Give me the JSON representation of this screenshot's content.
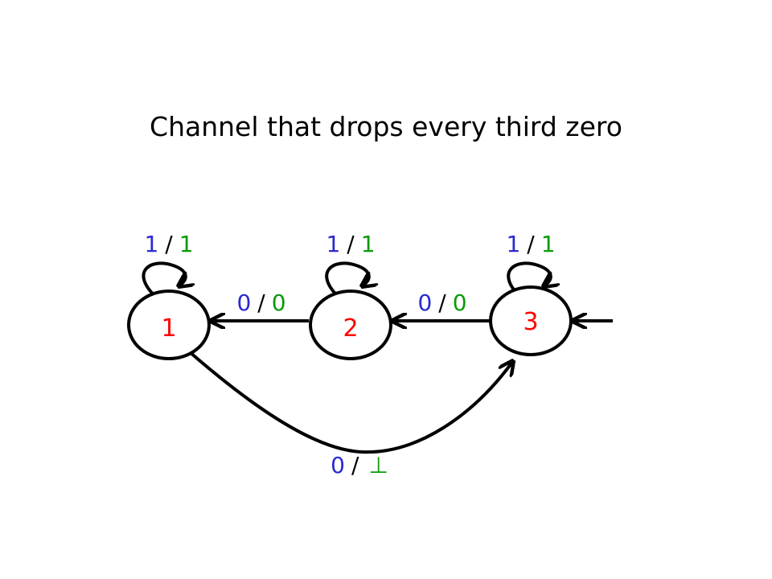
{
  "title": "Channel that drops every third zero",
  "colors": {
    "input": "#2a2ad0",
    "output": "#0a9a0a",
    "state": "#ff0000",
    "separator": "#000000"
  },
  "states": [
    {
      "id": "s1",
      "name": "1"
    },
    {
      "id": "s2",
      "name": "2"
    },
    {
      "id": "s3",
      "name": "3",
      "initial": true
    }
  ],
  "edges": [
    {
      "from": "1",
      "to": "1",
      "input": "1",
      "sep": "/",
      "output": "1"
    },
    {
      "from": "2",
      "to": "2",
      "input": "1",
      "sep": "/",
      "output": "1"
    },
    {
      "from": "3",
      "to": "3",
      "input": "1",
      "sep": "/",
      "output": "1"
    },
    {
      "from": "2",
      "to": "1",
      "input": "0",
      "sep": "/",
      "output": "0"
    },
    {
      "from": "3",
      "to": "2",
      "input": "0",
      "sep": "/",
      "output": "0"
    },
    {
      "from": "1",
      "to": "3",
      "input": "0",
      "sep": "/",
      "output": "⊥"
    }
  ]
}
